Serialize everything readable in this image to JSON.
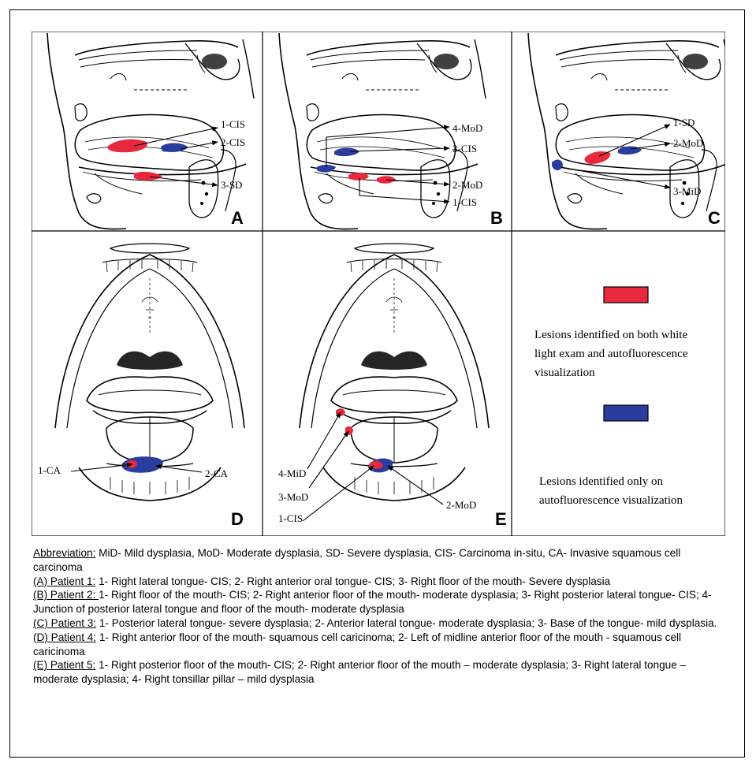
{
  "colors": {
    "red": "#e8283c",
    "blue": "#2a3c9e",
    "line": "#000000"
  },
  "panels": {
    "A": {
      "letter": "A",
      "labels": [
        "1-CIS",
        "2-CIS",
        "3-SD"
      ]
    },
    "B": {
      "letter": "B",
      "labels": [
        "4-MoD",
        "3-CIS",
        "2-MoD",
        "1-CIS"
      ]
    },
    "C": {
      "letter": "C",
      "labels": [
        "1-SD",
        "2-MoD",
        "3-MiD"
      ]
    },
    "D": {
      "letter": "D",
      "labels": [
        "1-CA",
        "2-CA"
      ]
    },
    "E": {
      "letter": "E",
      "labels": [
        "4-MiD",
        "3-MoD",
        "1-CIS",
        "2-MoD"
      ]
    }
  },
  "legend": {
    "red_lines": [
      "Lesions identified on both white",
      "light exam and autofluorescence",
      "visualization"
    ],
    "blue_lines": [
      "Lesions identified only on",
      "autofluorescence visualization"
    ]
  },
  "caption": {
    "abbreviation_head": "Abbreviation:",
    "abbreviation_text": " MiD- Mild dysplasia, MoD- Moderate dysplasia, SD- Severe dysplasia, CIS- Carcinoma in-situ, CA- Invasive squamous cell carcinoma",
    "patients": [
      {
        "head": "(A) Patient 1:",
        "text": " 1- Right lateral tongue- CIS; 2- Right anterior oral tongue- CIS; 3- Right floor of the mouth- Severe dysplasia"
      },
      {
        "head": "(B) Patient 2: ",
        "text": "1- Right floor of the mouth- CIS; 2- Right anterior floor of the mouth- moderate dysplasia; 3- Right posterior lateral tongue- CIS; 4- Junction of posterior lateral tongue and floor of the mouth- moderate dysplasia"
      },
      {
        "head": "(C) Patient 3:",
        "text": " 1- Posterior lateral tongue- severe dysplasia; 2- Anterior lateral tongue- moderate dysplasia; 3- Base of the tongue- mild dysplasia."
      },
      {
        "head": "(D) Patient 4:",
        "text": " 1- Right anterior floor of the mouth- squamous cell caricinoma; 2- Left of midline anterior floor of the mouth - squamous cell caricinoma"
      },
      {
        "head": "(E) Patient 5:",
        "text": " 1- Right posterior floor of the mouth- CIS; 2- Right anterior floor of the mouth – moderate dysplasia; 3- Right lateral tongue – moderate dysplasia; 4- Right tonsillar pillar – mild dysplasia"
      }
    ]
  }
}
